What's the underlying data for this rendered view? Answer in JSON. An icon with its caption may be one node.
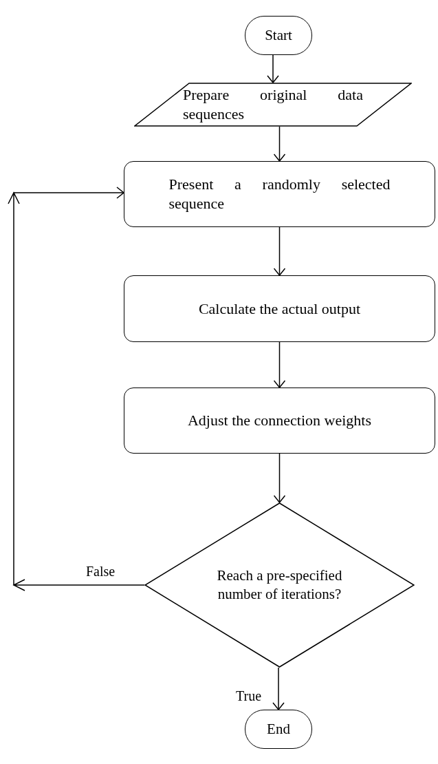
{
  "diagram": {
    "nodes": [
      {
        "text": [
          "Start"
        ]
      },
      {
        "text": [
          "Prepare original data sequences"
        ]
      },
      {
        "text": [
          "Present a randomly selected sequence"
        ]
      },
      {
        "text": [
          "Calculate the actual output"
        ]
      },
      {
        "text": [
          "Adjust the connection weights"
        ]
      },
      {
        "text": [
          "Reach a pre-specified number of iterations?"
        ]
      },
      {
        "text": [
          "End"
        ]
      }
    ],
    "edges": [
      {
        "from": 0,
        "to": 1,
        "arrow": "to"
      },
      {
        "from": 1,
        "to": 2,
        "arrow": "to"
      },
      {
        "from": 2,
        "to": 3,
        "arrow": "to"
      },
      {
        "from": 3,
        "to": 4,
        "arrow": "to"
      },
      {
        "from": 4,
        "to": 5,
        "arrow": "to"
      },
      {
        "from": 5,
        "to": 2,
        "arrow": "to",
        "label": "False"
      },
      {
        "from": 5,
        "to": 6,
        "arrow": "to",
        "label": "True"
      }
    ]
  }
}
